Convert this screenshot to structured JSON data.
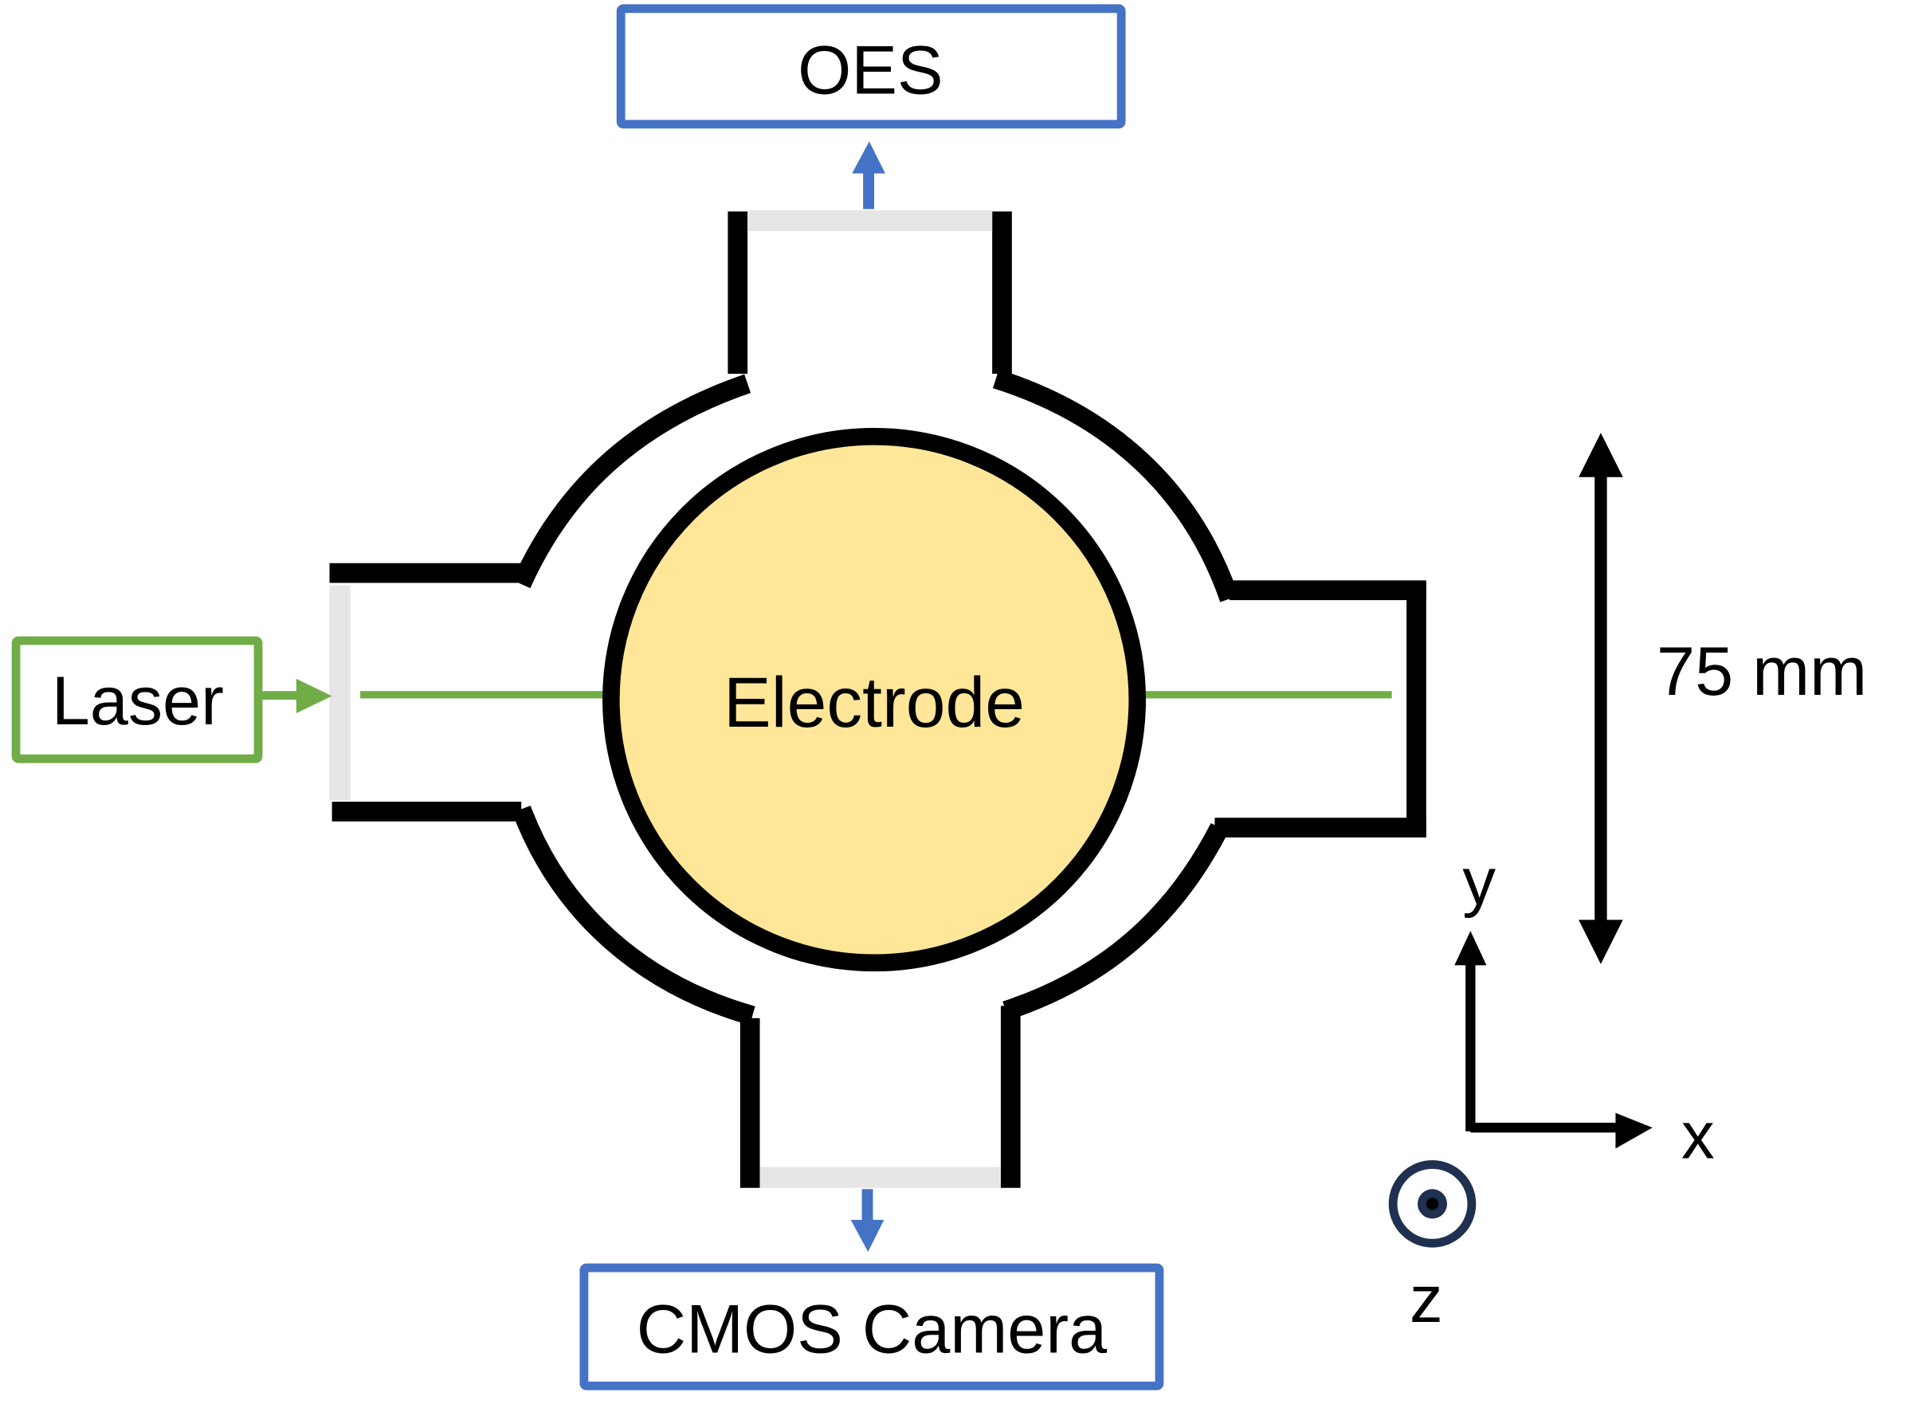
{
  "labels": {
    "oes": "OES",
    "camera": "CMOS Camera",
    "laser": "Laser",
    "electrode": "Electrode",
    "dimension": "75 mm",
    "axis_x": "x",
    "axis_y": "y",
    "axis_z": "z"
  },
  "colors": {
    "detector_border": "#4472C4",
    "detector_arrow": "#4472C4",
    "laser": "#70AD47",
    "electrode_fill": "#FFE699",
    "chamber_wall": "#000000",
    "window": "#E6E6E6",
    "z_symbol": "#1F3050"
  }
}
